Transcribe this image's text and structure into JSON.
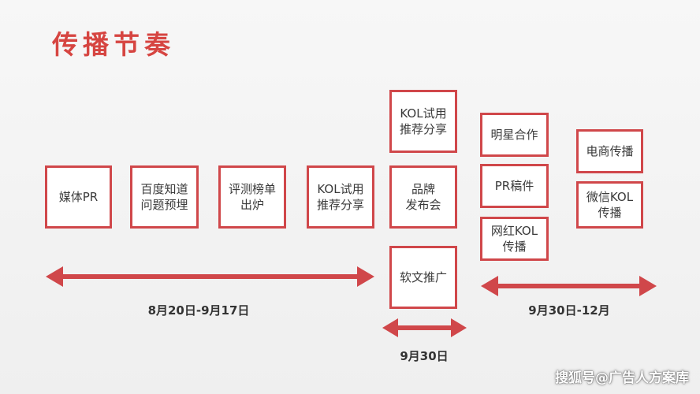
{
  "title": "传播节奏",
  "accent_color": "#d0474a",
  "phase1": {
    "boxes": [
      "媒体PR",
      "百度知道\n问题预埋",
      "评测榜单\n出炉",
      "KOL试用\n推荐分享"
    ],
    "label": "8月20日-9月17日"
  },
  "phase2": {
    "boxes": [
      "KOL试用\n推荐分享",
      "品牌\n发布会",
      "软文推广"
    ],
    "label": "9月30日"
  },
  "phase3": {
    "boxes_left": [
      "明星合作",
      "PR稿件",
      "网红KOL\n传播"
    ],
    "boxes_right": [
      "电商传播",
      "微信KOL\n传播"
    ],
    "label": "9月30日-12月"
  },
  "watermark": "搜狐号@广告人方案库"
}
